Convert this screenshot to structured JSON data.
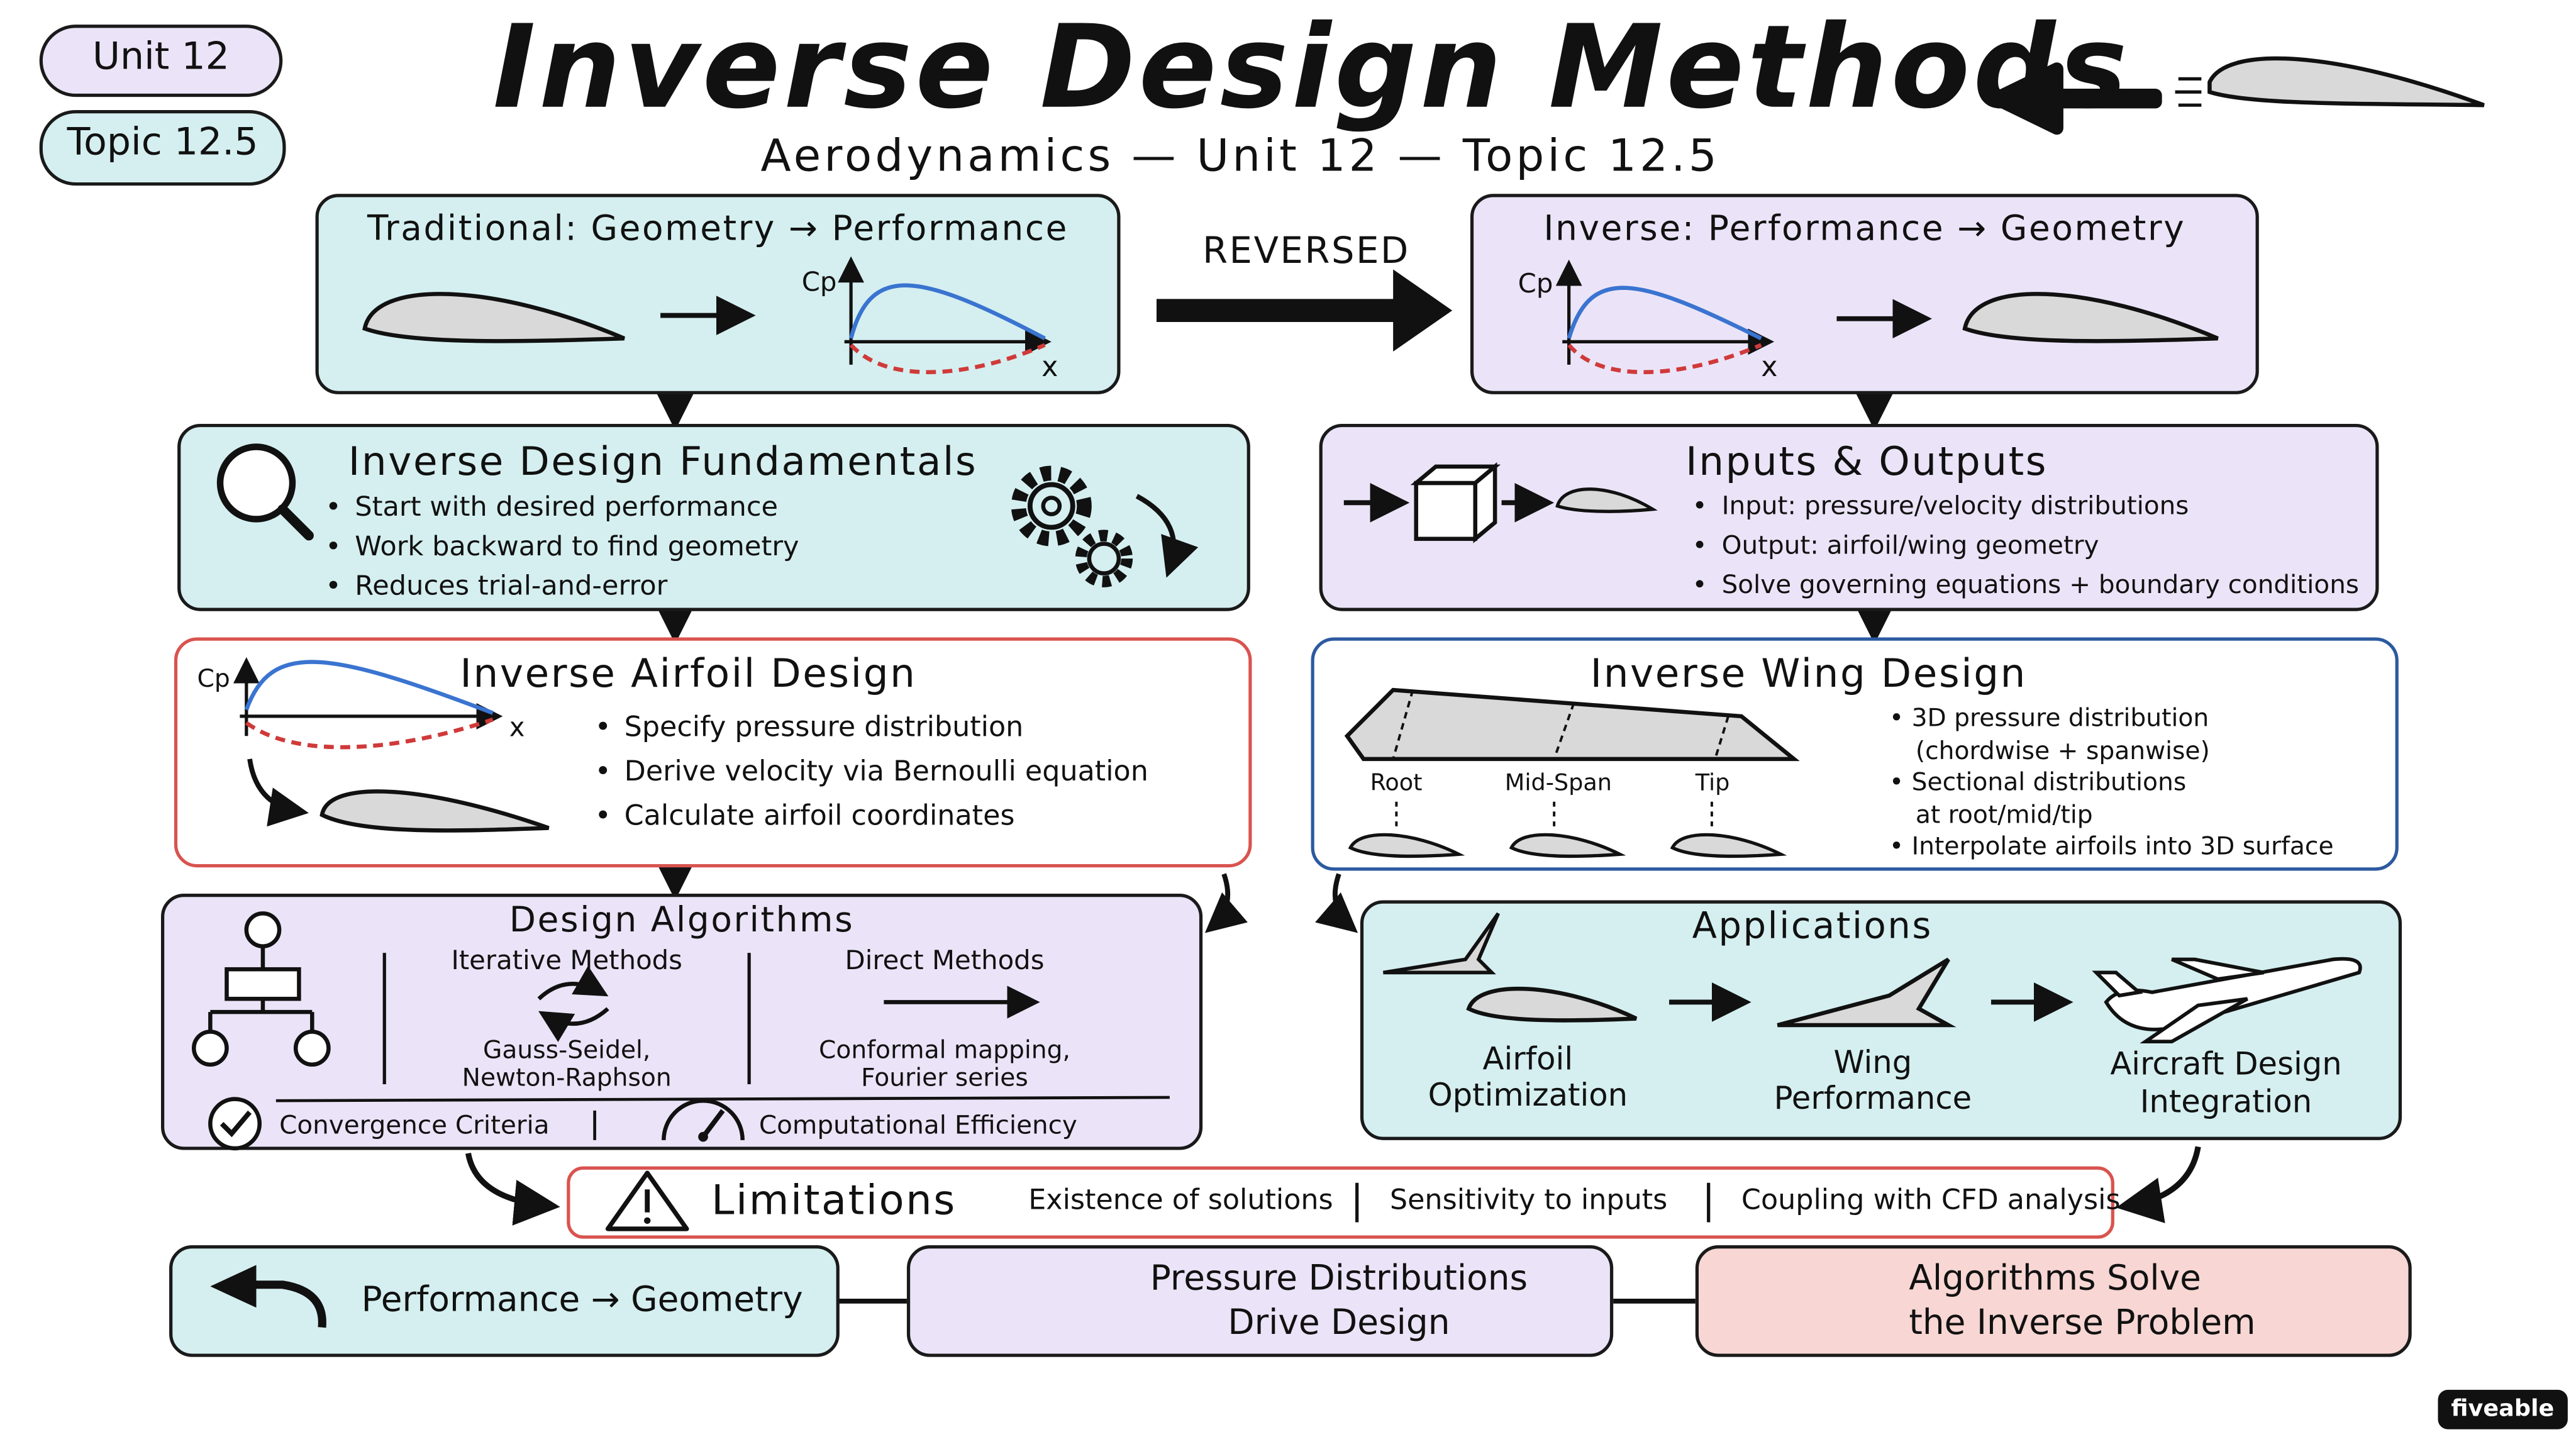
{
  "header": {
    "title": "Inverse Design Methods",
    "subtitle": "Aerodynamics — Unit 12 — Topic 12.5",
    "unit_badge": "Unit 12",
    "topic_badge": "Topic 12.5"
  },
  "traditional": {
    "title": "Traditional: Geometry → Performance",
    "cp": "Cp",
    "x": "x"
  },
  "reversed_label": "REVERSED",
  "inverse": {
    "title": "Inverse: Performance → Geometry",
    "cp": "Cp",
    "x": "x"
  },
  "fundamentals": {
    "title": "Inverse Design Fundamentals",
    "items": [
      "Start with desired performance",
      "Work backward to find geometry",
      "Reduces trial-and-error"
    ]
  },
  "io": {
    "title": "Inputs & Outputs",
    "items": [
      "Input: pressure/velocity distributions",
      "Output: airfoil/wing geometry",
      "Solve governing equations + boundary conditions"
    ]
  },
  "airfoil_design": {
    "title": "Inverse Airfoil Design",
    "cp": "Cp",
    "x": "x",
    "items": [
      "Specify pressure distribution",
      "Derive velocity via Bernoulli equation",
      "Calculate airfoil coordinates"
    ]
  },
  "wing_design": {
    "title": "Inverse Wing Design",
    "stations": [
      "Root",
      "Mid-Span",
      "Tip"
    ],
    "items": [
      "3D pressure distribution",
      "(chordwise + spanwise)",
      "Sectional distributions",
      "at root/mid/tip",
      "Interpolate airfoils into 3D surface"
    ]
  },
  "algorithms": {
    "title": "Design Algorithms",
    "iterative_title": "Iterative Methods",
    "iterative_desc_1": "Gauss-Seidel,",
    "iterative_desc_2": "Newton-Raphson",
    "direct_title": "Direct Methods",
    "direct_desc_1": "Conformal mapping,",
    "direct_desc_2": "Fourier series",
    "convergence": "Convergence Criteria",
    "efficiency": "Computational Efficiency"
  },
  "applications": {
    "title": "Applications",
    "a1_line1": "Airfoil",
    "a1_line2": "Optimization",
    "a2_line1": "Wing",
    "a2_line2": "Performance",
    "a3_line1": "Aircraft Design",
    "a3_line2": "Integration"
  },
  "limitations": {
    "title": "Limitations",
    "items": [
      "Existence of solutions",
      "Sensitivity to inputs",
      "Coupling with CFD analysis"
    ]
  },
  "summary": {
    "s1": "Performance → Geometry",
    "s2_line1": "Pressure Distributions",
    "s2_line2": "Drive Design",
    "s3_line1": "Algorithms Solve",
    "s3_line2": "the Inverse Problem"
  },
  "brand": "fiveable",
  "colors": {
    "teal": "#d5eff0",
    "lavender": "#ebe4f8",
    "pink": "#f7d6d3",
    "red_border": "#d9534f",
    "blue_border": "#2c5aa0",
    "cp_blue": "#3a74d0",
    "cp_red": "#d03a3a"
  }
}
